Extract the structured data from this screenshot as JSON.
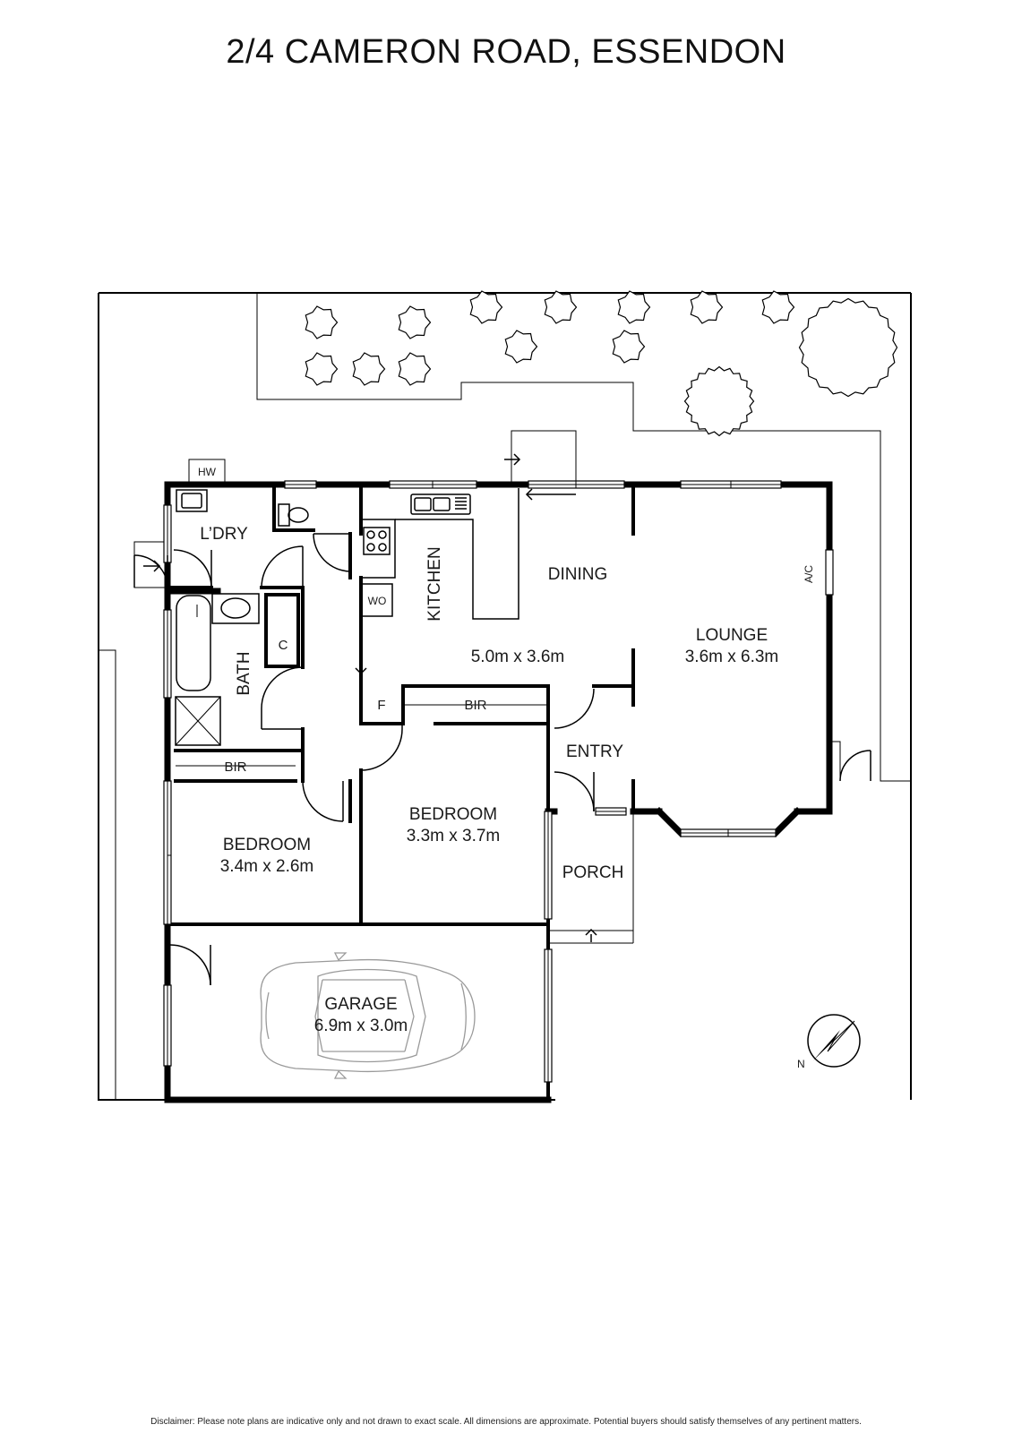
{
  "title": "2/4 CAMERON ROAD, ESSENDON",
  "rooms": {
    "laundry": "L’DRY",
    "hot_water": "HW",
    "kitchen": "KITCHEN",
    "wall_oven": "WO",
    "dining": "DINING",
    "living_dims": "5.0m x 3.6m",
    "lounge": "LOUNGE",
    "lounge_dims": "3.6m x 6.3m",
    "air_con": "A/C",
    "bath": "BATH",
    "cupboard": "C",
    "fridge": "F",
    "bir_hall": "BIR",
    "bir_bed2": "BIR",
    "entry": "ENTRY",
    "bedroom1": "BEDROOM",
    "bedroom1_dims": "3.4m x 2.6m",
    "bedroom2": "BEDROOM",
    "bedroom2_dims": "3.3m x 3.7m",
    "porch": "PORCH",
    "garage": "GARAGE",
    "garage_dims": "6.9m x 3.0m"
  },
  "compass": {
    "label": "N"
  },
  "disclaimer": "Disclaimer: Please note plans are indicative only and not drawn to exact scale. All dimensions are approximate. Potential buyers should satisfy themselves of any pertinent matters."
}
